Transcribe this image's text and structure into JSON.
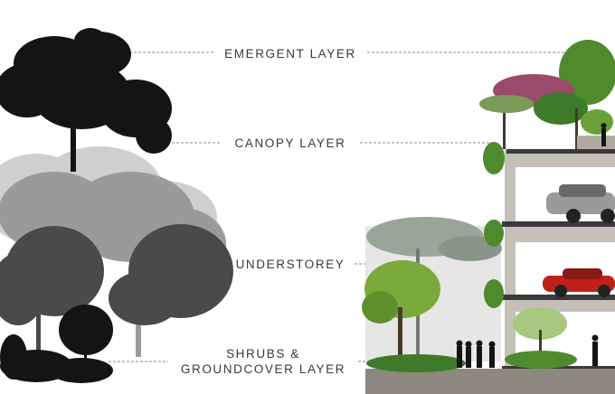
{
  "layers": {
    "emergent": "EMERGENT LAYER",
    "canopy": "CANOPY LAYER",
    "understorey": "UNDERSTOREY",
    "shrubs_line1": "SHRUBS &",
    "shrubs_line2": "GROUNDCOVER LAYER"
  },
  "colors": {
    "label_text": "#3a3a3a",
    "leader_line": "#8a8a8a",
    "tree_dark": "#141414",
    "tree_mid": "#4a4a4a",
    "tree_light": "#9a9a9a",
    "tree_pale": "#cfcfcf",
    "building_wall": "#c4c0b8",
    "slab": "#3a3a3a",
    "greenery": "#5f9a3a",
    "car_silver": "#9a9a9a",
    "car_red": "#c0201a"
  }
}
